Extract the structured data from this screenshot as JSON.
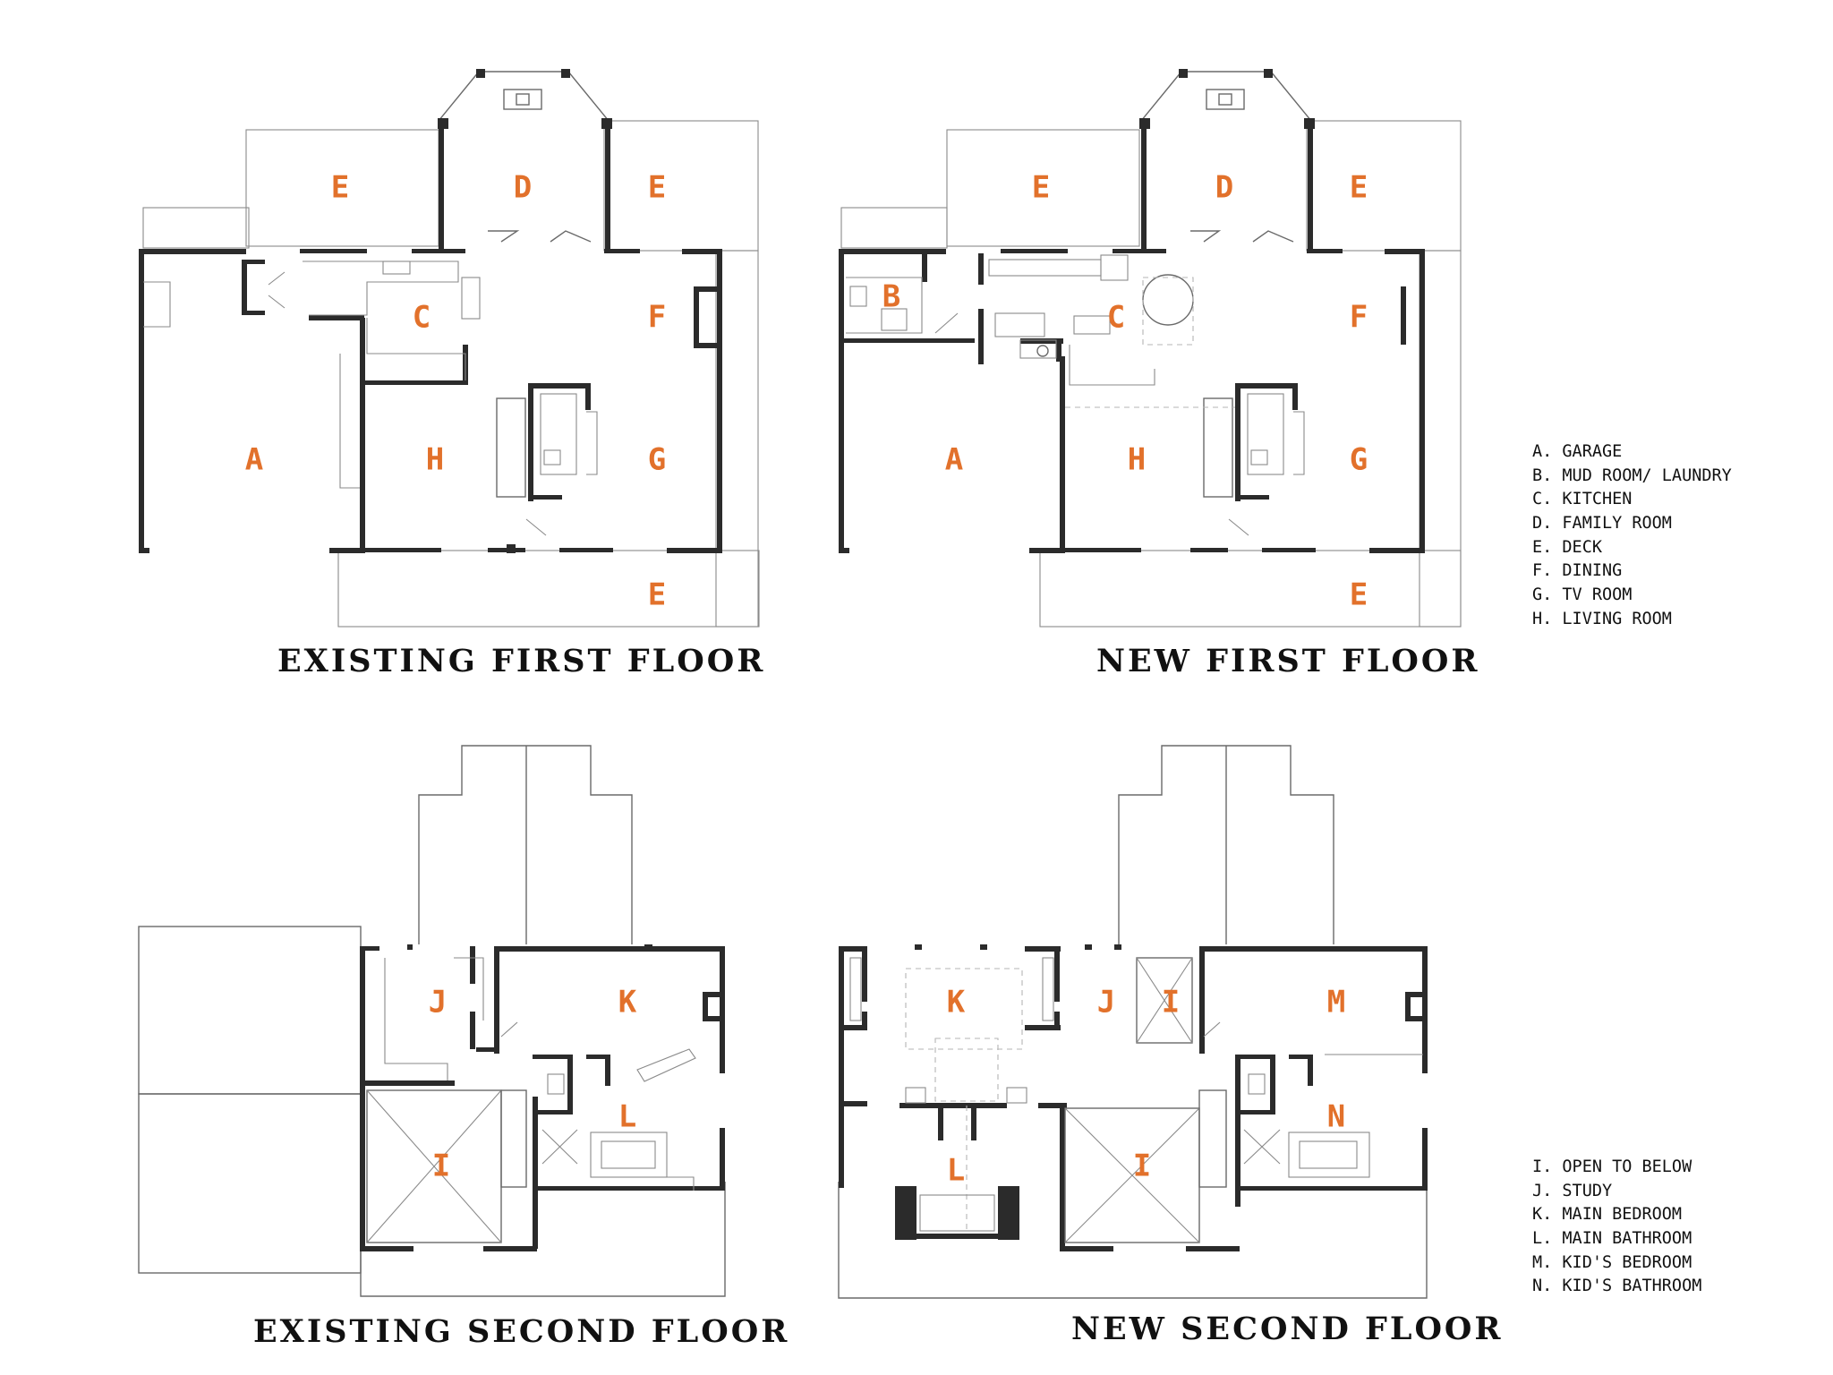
{
  "colors": {
    "label": "#e2712b",
    "wall": "#2b2b2b",
    "line": "#6a6a6a"
  },
  "titles": {
    "existing_first": "EXISTING FIRST FLOOR",
    "new_first": "NEW FIRST FLOOR",
    "existing_second": "EXISTING SECOND FLOOR",
    "new_second": "NEW SECOND FLOOR"
  },
  "legend_first": [
    "A. GARAGE",
    "B. MUD ROOM/ LAUNDRY",
    "C. KITCHEN",
    "D. FAMILY ROOM",
    "E. DECK",
    "F. DINING",
    "G. TV ROOM",
    "H. LIVING ROOM"
  ],
  "legend_second": [
    "I. OPEN TO BELOW",
    "J. STUDY",
    "K. MAIN BEDROOM",
    "L. MAIN BATHROOM",
    "M. KID'S BEDROOM",
    "N. KID'S BATHROOM"
  ],
  "rooms": {
    "existing_first": [
      "E",
      "D",
      "E",
      "C",
      "F",
      "A",
      "H",
      "G",
      "E"
    ],
    "new_first": [
      "E",
      "D",
      "E",
      "B",
      "C",
      "F",
      "A",
      "H",
      "G",
      "E"
    ],
    "existing_second": [
      "J",
      "K",
      "L",
      "I"
    ],
    "new_second": [
      "K",
      "J",
      "I",
      "M",
      "N",
      "L",
      "I"
    ]
  }
}
